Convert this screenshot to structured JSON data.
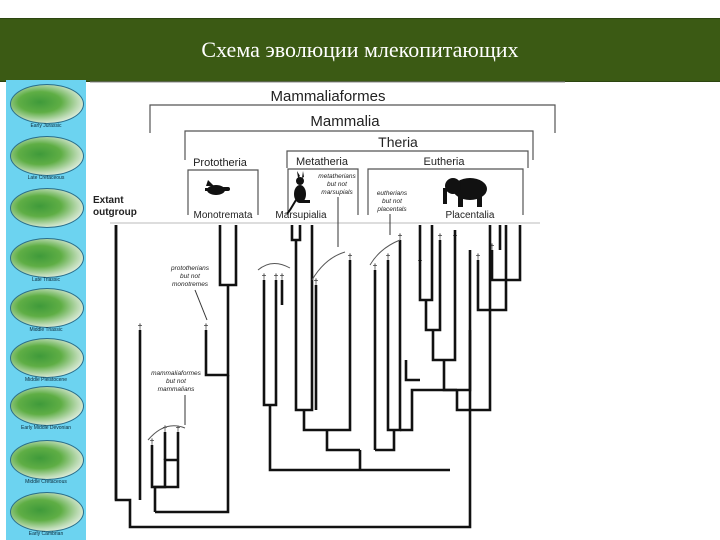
{
  "slide": {
    "title": "Схема эволюции млекопитающих"
  },
  "colors": {
    "title_bar": "#3b5a14",
    "maps_strip": "#6cd3f0",
    "tree_line": "#111111",
    "bracket_line": "#555555"
  },
  "maps": [
    {
      "caption": "Early Jurassic",
      "icon": "paleo-globe-icon"
    },
    {
      "caption": "Late Cretaceous",
      "icon": "paleo-globe-icon"
    },
    {
      "caption": "",
      "icon": "paleo-globe-icon"
    },
    {
      "caption": "Late Triassic",
      "icon": "paleo-globe-icon"
    },
    {
      "caption": "Middle Triassic",
      "icon": "paleo-globe-icon"
    },
    {
      "caption": "Middle Pleistocene",
      "icon": "paleo-globe-icon"
    },
    {
      "caption": "Early Middle Devonian",
      "icon": "paleo-globe-icon"
    },
    {
      "caption": "Middle Cretaceous",
      "icon": "paleo-globe-icon"
    },
    {
      "caption": "Early Cambrian",
      "icon": "paleo-globe-icon"
    }
  ],
  "diagram": {
    "brackets": {
      "mammaliaformes": "Mammaliaformes",
      "mammalia": "Mammalia",
      "theria": "Theria",
      "prototheria": "Prototheria",
      "metatheria": "Metatheria",
      "eutheria": "Eutheria"
    },
    "groups": {
      "extant_outgroup_1": "Extant",
      "extant_outgroup_2": "outgroup",
      "monotremata": "Monotremata",
      "marsupialia": "Marsupialia",
      "placentalia": "Placentalia"
    },
    "annotations": {
      "metatherians": [
        "metatherians",
        "but not",
        "marsupials"
      ],
      "eutherians": [
        "eutherians",
        "but not",
        "placentals"
      ],
      "prototherians": [
        "prototherians",
        "but not",
        "monotremes"
      ],
      "mammaliaformes": [
        "mammaliaformes",
        "but not",
        "mammalians"
      ]
    },
    "silhouettes": {
      "monotreme": "platypus-icon",
      "marsupial": "kangaroo-icon",
      "placental": "elephant-icon"
    },
    "extinction_marker": "†"
  }
}
